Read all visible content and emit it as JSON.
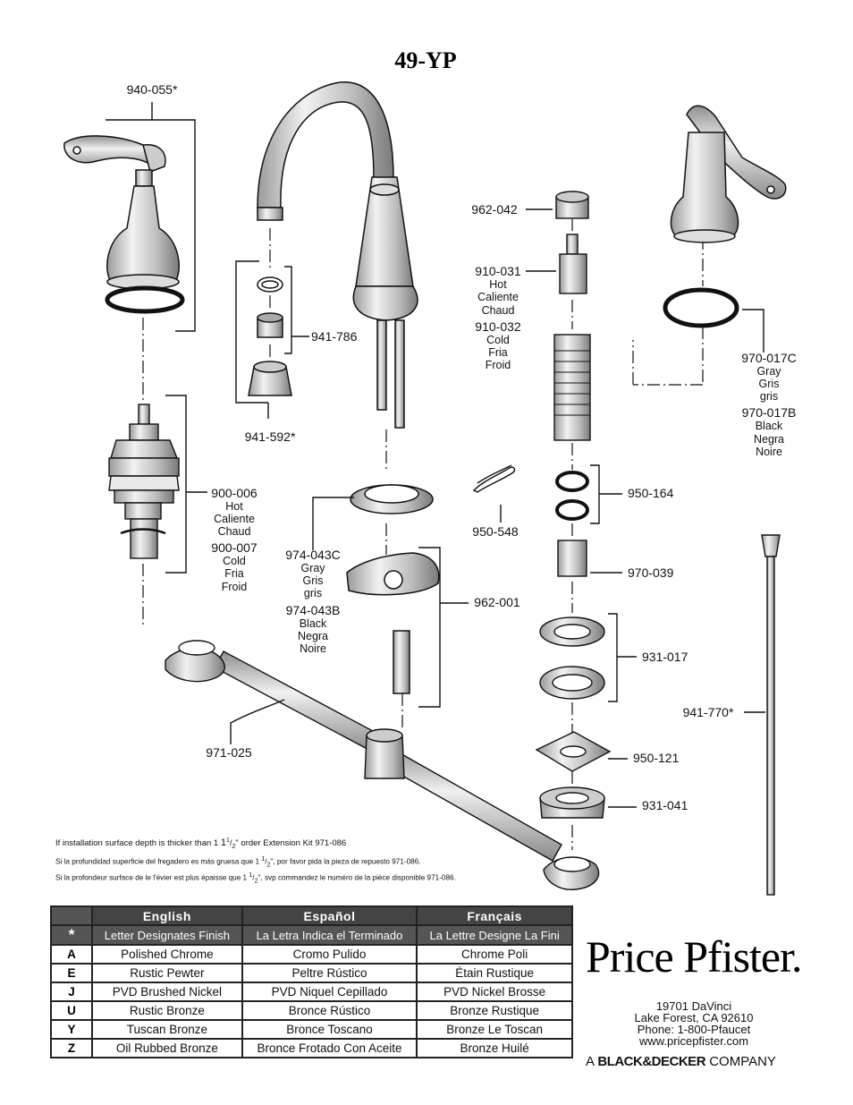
{
  "title": "49-YP",
  "callouts": {
    "c940_055": "940-055*",
    "c941_786": "941-786",
    "c941_592": "941-592*",
    "c962_042": "962-042",
    "c910_031": "910-031",
    "c910_031_hot": "Hot",
    "c910_031_caliente": "Caliente",
    "c910_031_chaud": "Chaud",
    "c910_032": "910-032",
    "c910_032_cold": "Cold",
    "c910_032_fria": "Fria",
    "c910_032_froid": "Froid",
    "c970_017C": "970-017C",
    "c970_017C_gray": "Gray",
    "c970_017C_gris": "Gris",
    "c970_017C_gris2": "gris",
    "c970_017B": "970-017B",
    "c970_017B_black": "Black",
    "c970_017B_negra": "Negra",
    "c970_017B_noire": "Noire",
    "c900_006": "900-006",
    "c900_006_hot": "Hot",
    "c900_006_caliente": "Caliente",
    "c900_006_chaud": "Chaud",
    "c900_007": "900-007",
    "c900_007_cold": "Cold",
    "c900_007_fria": "Fria",
    "c900_007_froid": "Froid",
    "c950_548": "950-548",
    "c950_164": "950-164",
    "c974_043C": "974-043C",
    "c974_043C_gray": "Gray",
    "c974_043C_gris": "Gris",
    "c974_043C_gris2": "gris",
    "c974_043B": "974-043B",
    "c974_043B_black": "Black",
    "c974_043B_negra": "Negra",
    "c974_043B_noire": "Noire",
    "c962_001": "962-001",
    "c970_039": "970-039",
    "c931_017": "931-017",
    "c941_770": "941-770*",
    "c971_025": "971-025",
    "c950_121": "950-121",
    "c931_041": "931-041"
  },
  "notes": {
    "en_pre": "If installation surface depth is thicker than 1 ",
    "en_post": "\" order Extension Kit 971-086",
    "es_pre": "Si la profundidad superficie del fregadero es más gruesa que 1 ",
    "es_post": "\", por favor pida la pieza de repuesto 971-086.",
    "fr_pre": "Si la profondeur surface de le l'évier est plus épaisse que 1 ",
    "fr_post": "\", svp commandez le numéro de la pièce disponible 971-086.",
    "frac_num": "1",
    "frac_den": "2"
  },
  "finish_table": {
    "headers": [
      "English",
      "Español",
      "Français"
    ],
    "star_row": {
      "code": "*",
      "en": "Letter Designates Finish",
      "es": "La Letra Indica el Terminado",
      "fr": "La Lettre Designe La Fini"
    },
    "rows": [
      {
        "code": "A",
        "en": "Polished Chrome",
        "es": "Cromo Pulido",
        "fr": "Chrome Poli"
      },
      {
        "code": "E",
        "en": "Rustic Pewter",
        "es": "Peltre Rústico",
        "fr": "Étain Rustique"
      },
      {
        "code": "J",
        "en": "PVD Brushed Nickel",
        "es": "PVD Niquel Cepillado",
        "fr": "PVD Nickel Brosse"
      },
      {
        "code": "U",
        "en": "Rustic Bronze",
        "es": "Bronce Rústico",
        "fr": "Bronze Rustique"
      },
      {
        "code": "Y",
        "en": "Tuscan Bronze",
        "es": "Bronce Toscano",
        "fr": "Bronze Le Toscan"
      },
      {
        "code": "Z",
        "en": "Oil Rubbed Bronze",
        "es": "Bronce Frotado Con Aceite",
        "fr": "Bronze Huilé"
      }
    ]
  },
  "brand": {
    "logo": "Price Pfister.",
    "address1": "19701 DaVinci",
    "address2": "Lake Forest, CA 92610",
    "phone": "Phone: 1-800-Pfaucet",
    "web": "www.pricepfister.com",
    "company_pre": "A",
    "company_brand": "BLACK&DECKER",
    "company_post": "COMPANY"
  }
}
